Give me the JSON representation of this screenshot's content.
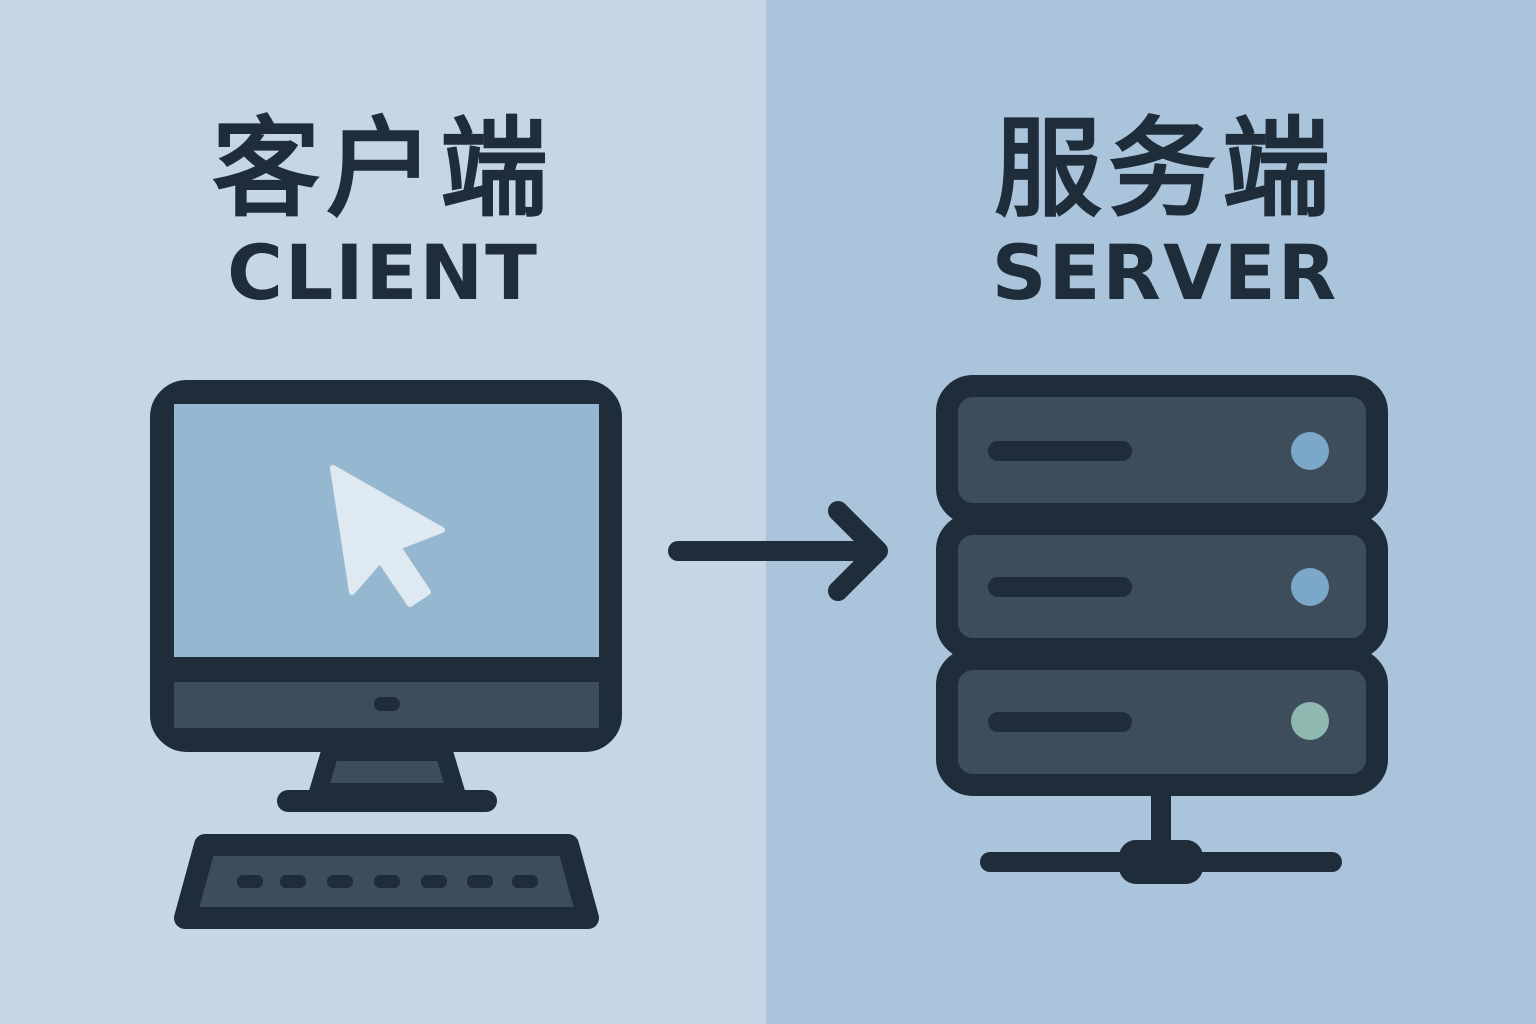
{
  "client": {
    "title_zh": "客户端",
    "title_en": "CLIENT"
  },
  "server": {
    "title_zh": "服务端",
    "title_en": "SERVER"
  },
  "colors": {
    "left_bg": "#c5d7e4",
    "right_bg": "#aac5db",
    "outline": "#1f2d3a",
    "screen": "#95b7cf",
    "body": "#3d4d5c",
    "light_blue": "#7ba7c9",
    "light_green": "#8fb9b0"
  }
}
